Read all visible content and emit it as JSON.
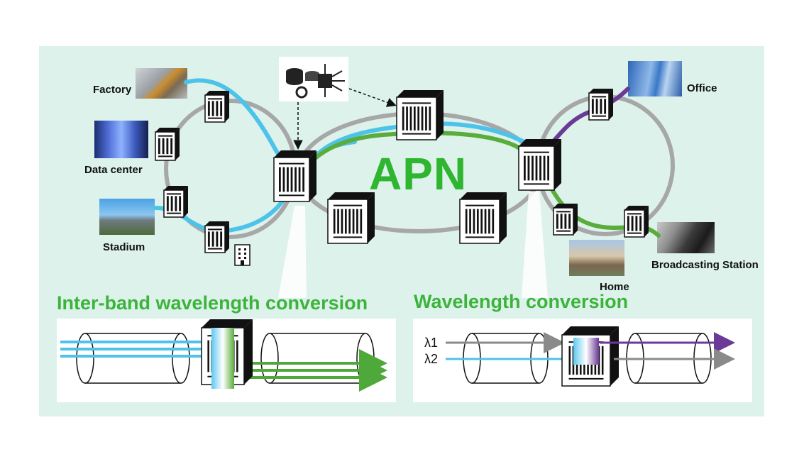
{
  "title": "APN",
  "places": {
    "factory": "Factory",
    "data_center": "Data center",
    "stadium": "Stadium",
    "office": "Office",
    "broadcasting": "Broadcasting Station",
    "home": "Home"
  },
  "sections": {
    "left_heading": "Inter-band wavelength conversion",
    "right_heading": "Wavelength conversion"
  },
  "wavelengths": {
    "lambda1": "λ1",
    "lambda2": "λ2"
  },
  "colors": {
    "panel": "#dcf2ea",
    "heading_green": "#3cb43c",
    "path_blue": "#4dc3ea",
    "path_green": "#5aad3c",
    "path_purple": "#6b3a96",
    "ring_gray": "#a7a7a7"
  }
}
